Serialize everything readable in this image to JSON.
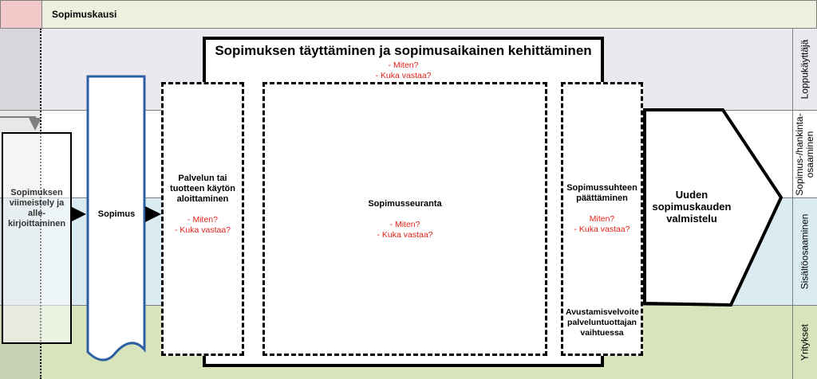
{
  "header": {
    "title": "Sopimuskausi"
  },
  "lanes": [
    {
      "label": "Loppukäyttäjä",
      "color": "#ebe8f0"
    },
    {
      "label": "Sopimus-/hankinta-\nosaaminen",
      "color": "#ffffff"
    },
    {
      "label": "Sisältöosaaminen",
      "color": "#daecf2"
    },
    {
      "label": "Yritykset",
      "color": "#d8e4bc"
    }
  ],
  "prev_step": {
    "label": "Sopimuksen viimeistely ja alle-kirjoittaminen"
  },
  "contract": {
    "label": "Sopimus"
  },
  "main_container": {
    "title": "Sopimuksen täyttäminen ja sopimusaikainen kehittäminen",
    "q1": "- Miten?",
    "q2": "- Kuka vastaa?"
  },
  "start_box": {
    "title": "Palvelun tai tuotteen käytön aloittaminen",
    "q1": "- Miten?",
    "q2": "- Kuka vastaa?"
  },
  "monitoring_box": {
    "title": "Sopimusseuranta",
    "q1": "- Miten?",
    "q2": "- Kuka vastaa?"
  },
  "ending_box": {
    "title": "Sopimussuhteen päättäminen",
    "q1": "Miten?",
    "q2": "- Kuka vastaa?",
    "duty": "Avustamisvelvoite palveluntuottajan vaihtuessa"
  },
  "next_period": {
    "label": "Uuden sopimuskauden valmistelu"
  },
  "colors": {
    "accent_red": "#e2231a",
    "header_bg": "#ebf1de",
    "lane_border": "#7f7f7f",
    "contract_border": "#2e5fa3"
  }
}
